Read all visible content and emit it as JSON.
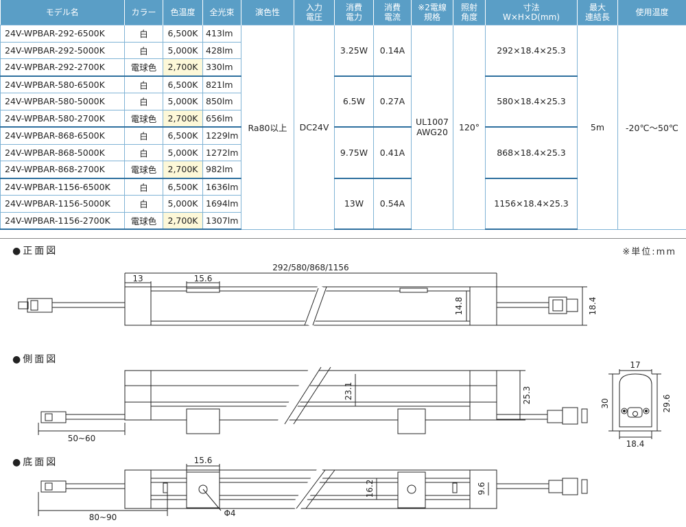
{
  "table": {
    "headers": [
      "モデル名",
      "カラー",
      "色温度",
      "全光束",
      "演色性",
      "入力\n電圧",
      "消費\n電力",
      "消費\n電流",
      "※2電線\n規格",
      "照射\n角度",
      "寸法\nW×H×D(mm)",
      "最大\n連結長",
      "使用温度"
    ],
    "rows": [
      [
        "24V-WPBAR-292-6500K",
        "白",
        "6,500K",
        "413lm"
      ],
      [
        "24V-WPBAR-292-5000K",
        "白",
        "5,000K",
        "428lm"
      ],
      [
        "24V-WPBAR-292-2700K",
        "電球色",
        "2,700K",
        "330lm"
      ],
      [
        "24V-WPBAR-580-6500K",
        "白",
        "6,500K",
        "821lm"
      ],
      [
        "24V-WPBAR-580-5000K",
        "白",
        "5,000K",
        "850lm"
      ],
      [
        "24V-WPBAR-580-2700K",
        "電球色",
        "2,700K",
        "656lm"
      ],
      [
        "24V-WPBAR-868-6500K",
        "白",
        "6,500K",
        "1229lm"
      ],
      [
        "24V-WPBAR-868-5000K",
        "白",
        "5,000K",
        "1272lm"
      ],
      [
        "24V-WPBAR-868-2700K",
        "電球色",
        "2,700K",
        "982lm"
      ],
      [
        "24V-WPBAR-1156-6500K",
        "白",
        "6,500K",
        "1636lm"
      ],
      [
        "24V-WPBAR-1156-5000K",
        "白",
        "5,000K",
        "1694lm"
      ],
      [
        "24V-WPBAR-1156-2700K",
        "電球色",
        "2,700K",
        "1307lm"
      ]
    ],
    "shared": {
      "cri": "Ra80以上",
      "voltage": "DC24V",
      "wire": "UL1007\nAWG20",
      "angle": "120°",
      "max_length": "5m",
      "temp": "-20℃～50℃"
    },
    "groups": [
      {
        "power": "3.25W",
        "current": "0.14A",
        "size": "292×18.4×25.3"
      },
      {
        "power": "6.5W",
        "current": "0.27A",
        "size": "580×18.4×25.3"
      },
      {
        "power": "9.75W",
        "current": "0.41A",
        "size": "868×18.4×25.3"
      },
      {
        "power": "13W",
        "current": "0.54A",
        "size": "1156×18.4×25.3"
      }
    ]
  },
  "drawings": {
    "front_title": "●正面図",
    "side_title": "●側面図",
    "bottom_title": "●底面図",
    "unit_note": "※単位:mm",
    "dims": {
      "length": "292/580/868/1156",
      "end_cap": "13",
      "clip_w": "15.6",
      "height_148": "14.8",
      "height_184": "18.4",
      "h_231": "23.1",
      "h_253": "25.3",
      "cable_50_60": "50~60",
      "end_17": "17",
      "end_30": "30",
      "end_296": "29.6",
      "end_184": "18.4",
      "bottom_clip": "15.6",
      "h_162": "16.2",
      "h_96": "9.6",
      "hole": "Φ4",
      "cable_80_90": "80~90"
    }
  }
}
